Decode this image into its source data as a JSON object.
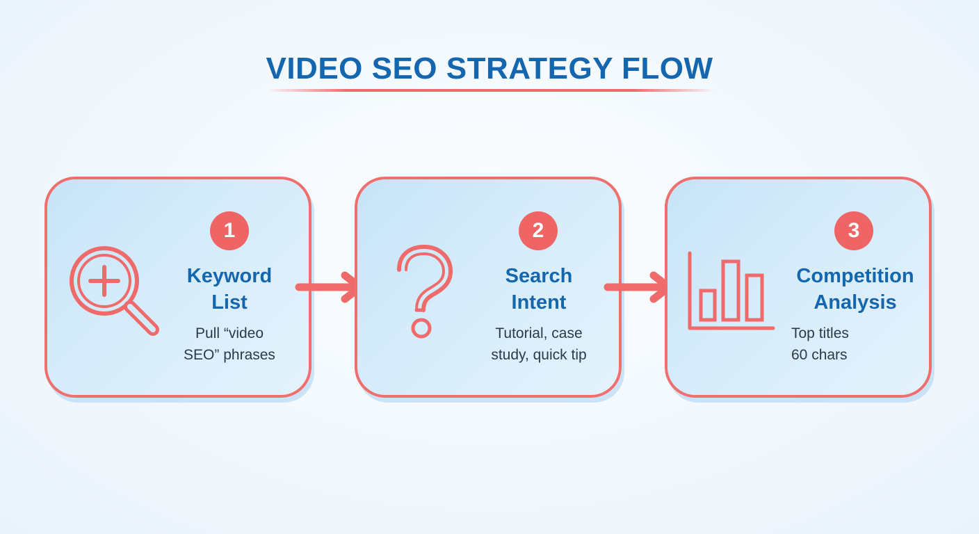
{
  "title": "VIDEO SEO STRATEGY FLOW",
  "colors": {
    "accent": "#ef6b6b",
    "heading": "#1466ae",
    "card_fill": "#d6ecfa"
  },
  "steps": [
    {
      "number": "1",
      "heading_line1": "Keyword",
      "heading_line2": "List",
      "desc_line1": "Pull “video",
      "desc_line2": "SEO” phrases",
      "icon": "magnifier-plus-icon"
    },
    {
      "number": "2",
      "heading_line1": "Search",
      "heading_line2": "Intent",
      "desc_line1": "Tutorial, case",
      "desc_line2": "study, quick tip",
      "icon": "question-mark-icon"
    },
    {
      "number": "3",
      "heading_line1": "Competition",
      "heading_line2": "Analysis",
      "desc_line1": "Top titles",
      "desc_line2": "60 chars",
      "icon": "bar-chart-icon"
    }
  ]
}
